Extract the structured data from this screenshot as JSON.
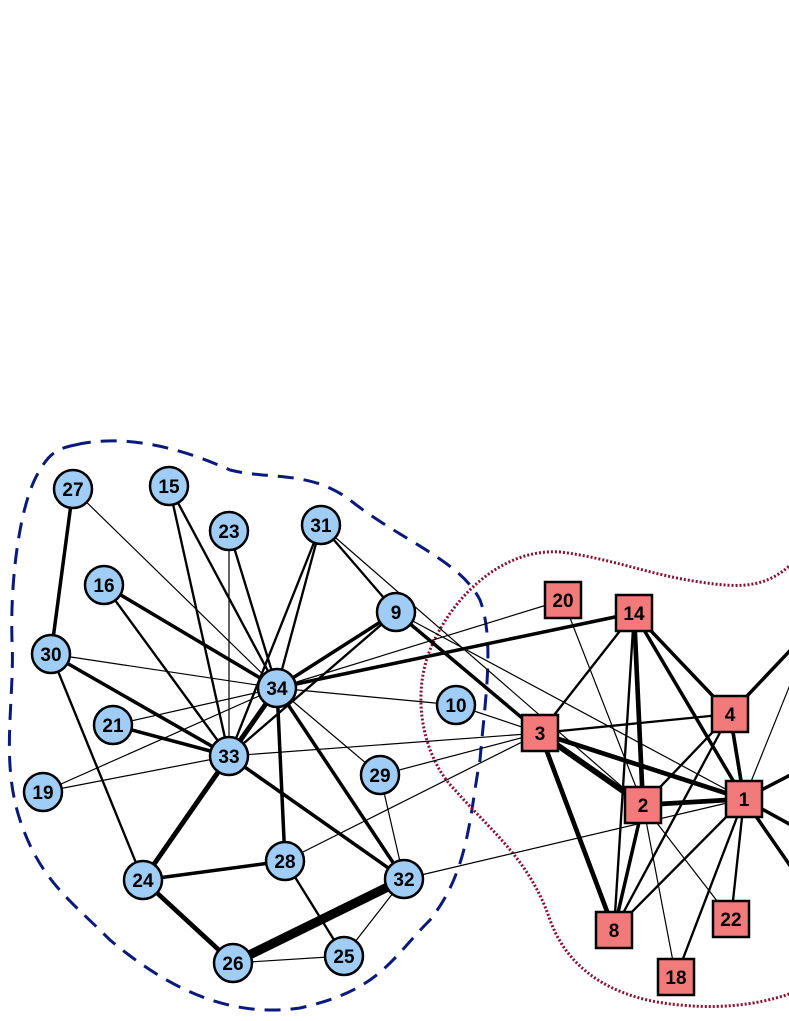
{
  "colors": {
    "circle_fill": "#9fcdf5",
    "square_fill": "#f27a7a",
    "node_stroke": "#000000",
    "edge": "#000000",
    "blue_boundary": "#0a1a7a",
    "red_boundary": "#8a1030",
    "background": "#ffffff"
  },
  "groups": [
    {
      "name": "",
      "shape": "circle",
      "members": [
        "27",
        "15",
        "23",
        "31",
        "16",
        "9",
        "30",
        "34",
        "10",
        "21",
        "33",
        "29",
        "19",
        "24",
        "28",
        "32",
        "26",
        "25"
      ]
    },
    {
      "name": "",
      "shape": "square",
      "members": [
        "20",
        "14",
        "3",
        "4",
        "2",
        "1",
        "8",
        "22",
        "18"
      ]
    }
  ],
  "nodes": [
    {
      "id": "27",
      "shape": "circle"
    },
    {
      "id": "15",
      "shape": "circle"
    },
    {
      "id": "23",
      "shape": "circle"
    },
    {
      "id": "31",
      "shape": "circle"
    },
    {
      "id": "16",
      "shape": "circle"
    },
    {
      "id": "9",
      "shape": "circle"
    },
    {
      "id": "30",
      "shape": "circle"
    },
    {
      "id": "34",
      "shape": "circle"
    },
    {
      "id": "10",
      "shape": "circle"
    },
    {
      "id": "21",
      "shape": "circle"
    },
    {
      "id": "33",
      "shape": "circle"
    },
    {
      "id": "29",
      "shape": "circle"
    },
    {
      "id": "19",
      "shape": "circle"
    },
    {
      "id": "24",
      "shape": "circle"
    },
    {
      "id": "28",
      "shape": "circle"
    },
    {
      "id": "32",
      "shape": "circle"
    },
    {
      "id": "26",
      "shape": "circle"
    },
    {
      "id": "25",
      "shape": "circle"
    },
    {
      "id": "20",
      "shape": "square"
    },
    {
      "id": "14",
      "shape": "square"
    },
    {
      "id": "3",
      "shape": "square"
    },
    {
      "id": "4",
      "shape": "square"
    },
    {
      "id": "2",
      "shape": "square"
    },
    {
      "id": "1",
      "shape": "square"
    },
    {
      "id": "8",
      "shape": "square"
    },
    {
      "id": "22",
      "shape": "square"
    },
    {
      "id": "18",
      "shape": "square"
    }
  ],
  "edges": [
    {
      "from": "27",
      "to": "30",
      "weight": 3
    },
    {
      "from": "27",
      "to": "34",
      "weight": 1
    },
    {
      "from": "15",
      "to": "33",
      "weight": 2
    },
    {
      "from": "15",
      "to": "34",
      "weight": 2
    },
    {
      "from": "23",
      "to": "33",
      "weight": 1
    },
    {
      "from": "23",
      "to": "34",
      "weight": 2
    },
    {
      "from": "16",
      "to": "33",
      "weight": 2
    },
    {
      "from": "16",
      "to": "34",
      "weight": 3
    },
    {
      "from": "31",
      "to": "9",
      "weight": 2
    },
    {
      "from": "31",
      "to": "33",
      "weight": 2
    },
    {
      "from": "31",
      "to": "34",
      "weight": 2
    },
    {
      "from": "31",
      "to": "2",
      "weight": 1
    },
    {
      "from": "9",
      "to": "33",
      "weight": 2
    },
    {
      "from": "9",
      "to": "34",
      "weight": 3
    },
    {
      "from": "9",
      "to": "3",
      "weight": 3
    },
    {
      "from": "9",
      "to": "1",
      "weight": 1
    },
    {
      "from": "30",
      "to": "34",
      "weight": 1
    },
    {
      "from": "30",
      "to": "33",
      "weight": 3
    },
    {
      "from": "30",
      "to": "24",
      "weight": 2
    },
    {
      "from": "34",
      "to": "10",
      "weight": 1
    },
    {
      "from": "34",
      "to": "33",
      "weight": 4
    },
    {
      "from": "34",
      "to": "29",
      "weight": 1
    },
    {
      "from": "34",
      "to": "28",
      "weight": 3
    },
    {
      "from": "34",
      "to": "32",
      "weight": 3
    },
    {
      "from": "34",
      "to": "24",
      "weight": 4
    },
    {
      "from": "34",
      "to": "20",
      "weight": 1
    },
    {
      "from": "34",
      "to": "14",
      "weight": 3
    },
    {
      "from": "34",
      "to": "19",
      "weight": 1
    },
    {
      "from": "34",
      "to": "21",
      "weight": 1
    },
    {
      "from": "21",
      "to": "33",
      "weight": 3
    },
    {
      "from": "33",
      "to": "3",
      "weight": 1
    },
    {
      "from": "33",
      "to": "24",
      "weight": 4
    },
    {
      "from": "33",
      "to": "32",
      "weight": 3
    },
    {
      "from": "19",
      "to": "33",
      "weight": 1
    },
    {
      "from": "10",
      "to": "3",
      "weight": 1
    },
    {
      "from": "29",
      "to": "32",
      "weight": 1
    },
    {
      "from": "29",
      "to": "3",
      "weight": 1
    },
    {
      "from": "24",
      "to": "28",
      "weight": 3
    },
    {
      "from": "24",
      "to": "26",
      "weight": 4
    },
    {
      "from": "28",
      "to": "25",
      "weight": 2
    },
    {
      "from": "28",
      "to": "3",
      "weight": 1
    },
    {
      "from": "26",
      "to": "32",
      "weight": 8
    },
    {
      "from": "26",
      "to": "25",
      "weight": 1
    },
    {
      "from": "25",
      "to": "32",
      "weight": 1
    },
    {
      "from": "32",
      "to": "1",
      "weight": 1
    },
    {
      "from": "20",
      "to": "2",
      "weight": 1
    },
    {
      "from": "14",
      "to": "3",
      "weight": 2
    },
    {
      "from": "14",
      "to": "2",
      "weight": 4
    },
    {
      "from": "14",
      "to": "1",
      "weight": 3
    },
    {
      "from": "14",
      "to": "4",
      "weight": 3
    },
    {
      "from": "14",
      "to": "8",
      "weight": 2
    },
    {
      "from": "3",
      "to": "4",
      "weight": 2
    },
    {
      "from": "3",
      "to": "2",
      "weight": 5
    },
    {
      "from": "3",
      "to": "1",
      "weight": 4
    },
    {
      "from": "3",
      "to": "8",
      "weight": 4
    },
    {
      "from": "4",
      "to": "2",
      "weight": 2
    },
    {
      "from": "4",
      "to": "1",
      "weight": 3
    },
    {
      "from": "4",
      "to": "8",
      "weight": 2
    },
    {
      "from": "2",
      "to": "1",
      "weight": 4
    },
    {
      "from": "2",
      "to": "8",
      "weight": 3
    },
    {
      "from": "2",
      "to": "18",
      "weight": 1
    },
    {
      "from": "1",
      "to": "8",
      "weight": 2
    },
    {
      "from": "1",
      "to": "22",
      "weight": 2
    },
    {
      "from": "1",
      "to": "18",
      "weight": 2
    },
    {
      "from": "1",
      "to": "4",
      "weight": 3
    },
    {
      "from": "2",
      "to": "22",
      "weight": 1
    },
    {
      "from": "4",
      "to": "off-right-a",
      "weight": 3
    },
    {
      "from": "1",
      "to": "off-right-b",
      "weight": 1
    },
    {
      "from": "1",
      "to": "off-right-c",
      "weight": 3
    },
    {
      "from": "1",
      "to": "off-right-d",
      "weight": 3
    },
    {
      "from": "1",
      "to": "off-right-e",
      "weight": 3
    }
  ]
}
